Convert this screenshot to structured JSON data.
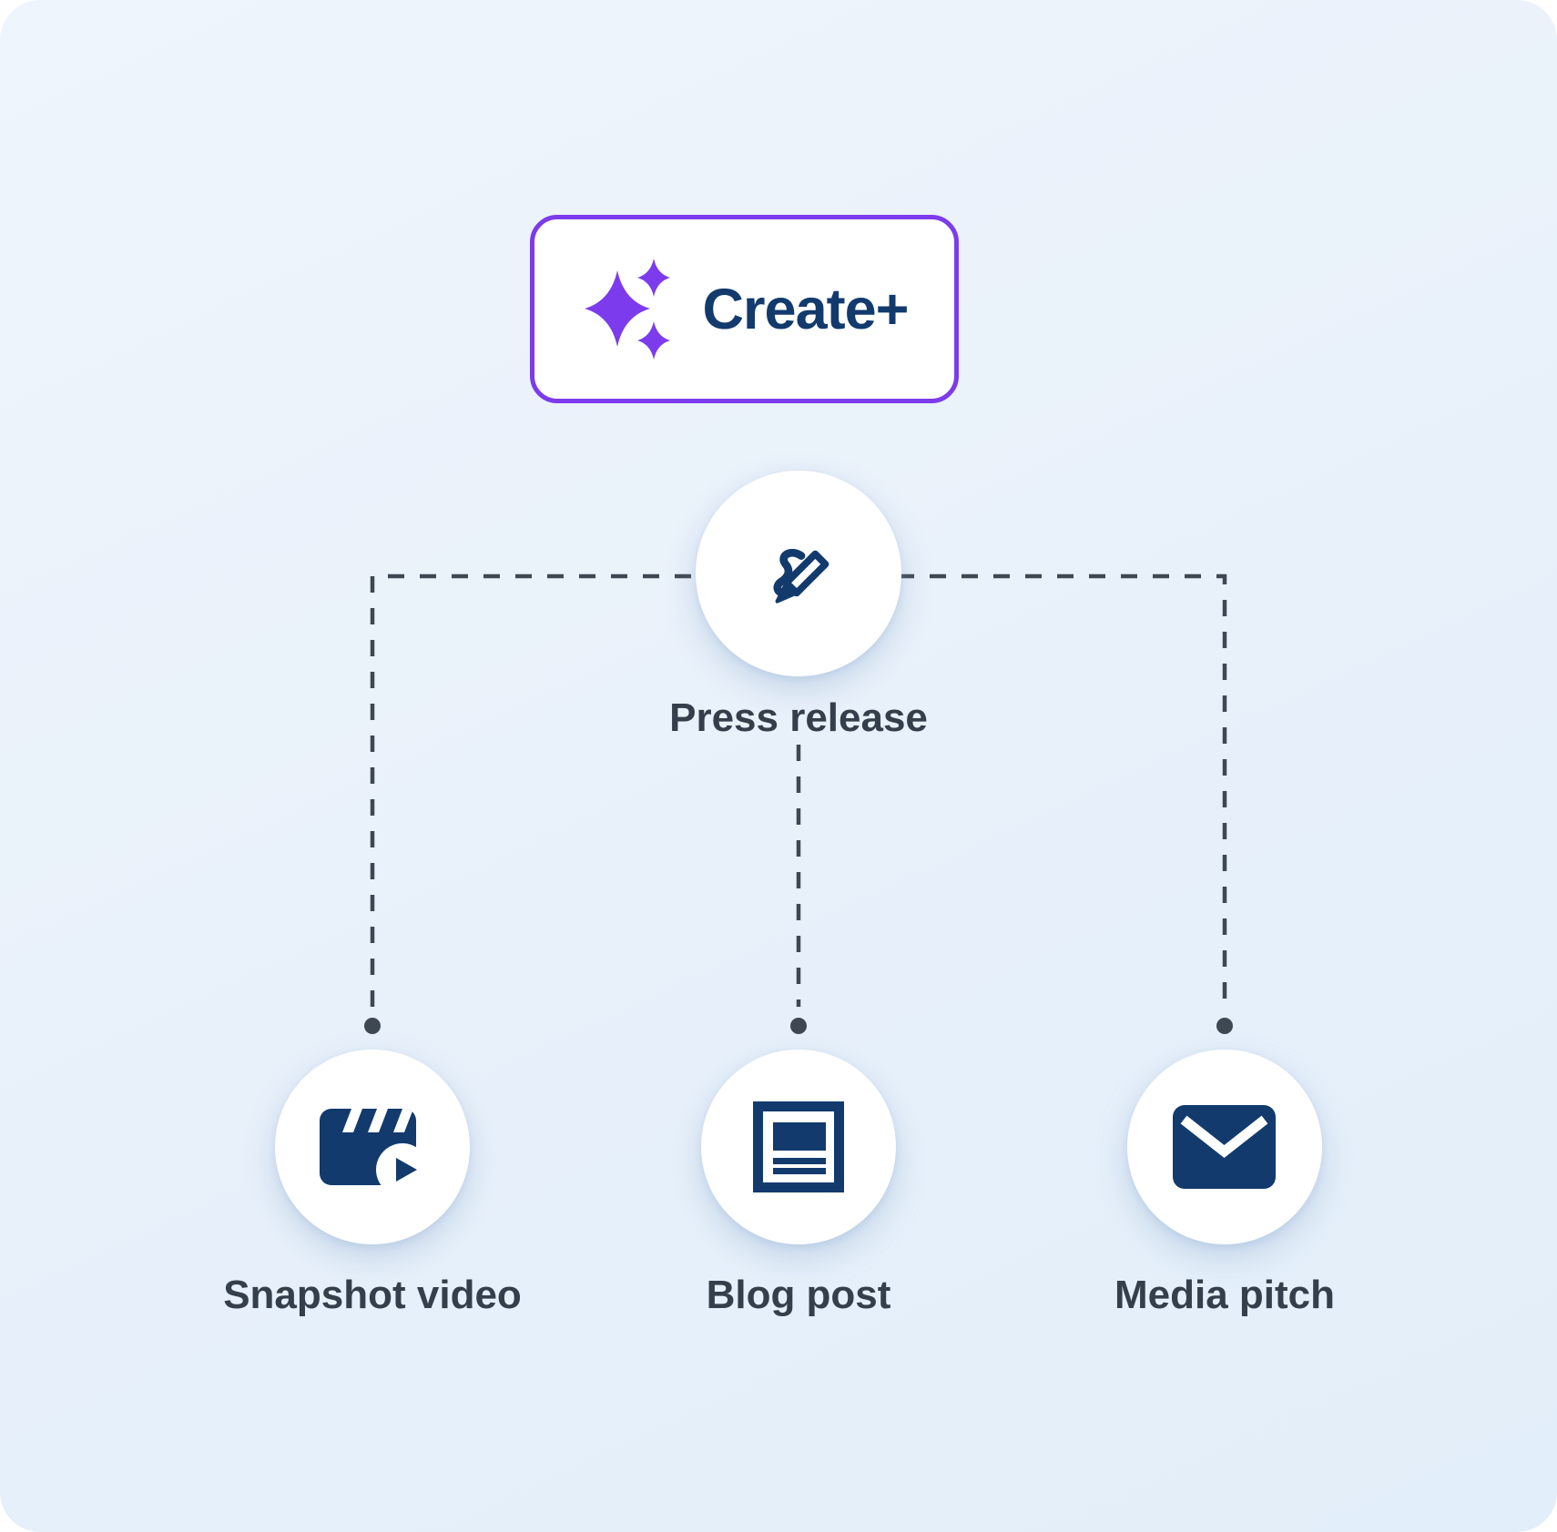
{
  "badge": {
    "label": "Create+",
    "icon": "sparkles-icon"
  },
  "source_node": {
    "label": "Press release",
    "icon": "signature-pen-icon"
  },
  "output_nodes": [
    {
      "label": "Snapshot video",
      "icon": "video-clapperboard-play-icon"
    },
    {
      "label": "Blog post",
      "icon": "blog-article-icon"
    },
    {
      "label": "Media pitch",
      "icon": "envelope-icon"
    }
  ],
  "colors": {
    "background": "#E9F1FA",
    "accent_purple": "#7C3BEC",
    "icon_navy": "#123A6D",
    "label_text": "#343F4B",
    "connector": "#3E4853"
  }
}
